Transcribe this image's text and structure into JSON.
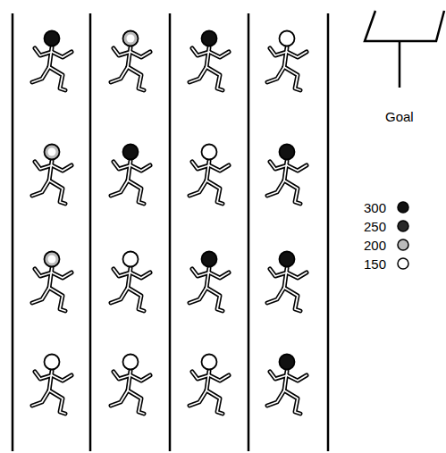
{
  "diagram": {
    "labels": [
      "Goal"
    ],
    "legend": [
      {
        "text": "300",
        "color": "#111111"
      },
      {
        "text": "250",
        "color": "#2a2a2a"
      },
      {
        "text": "200",
        "color": "#bbbbbb"
      },
      {
        "text": "150",
        "color": "#ffffff"
      }
    ]
  }
}
